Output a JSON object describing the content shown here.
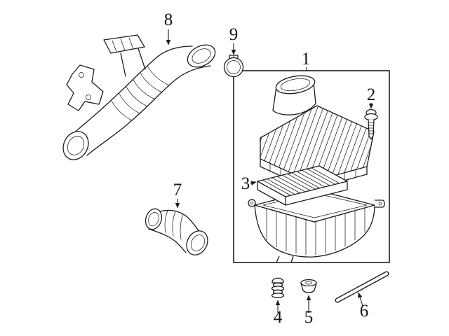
{
  "diagram": {
    "background_color": "#ffffff",
    "line_color": "#1c1c1c",
    "callouts": {
      "part1": "1",
      "part2": "2",
      "part3": "3",
      "part4": "4",
      "part5": "5",
      "part6": "6",
      "part7": "7",
      "part8": "8",
      "part9": "9"
    }
  }
}
